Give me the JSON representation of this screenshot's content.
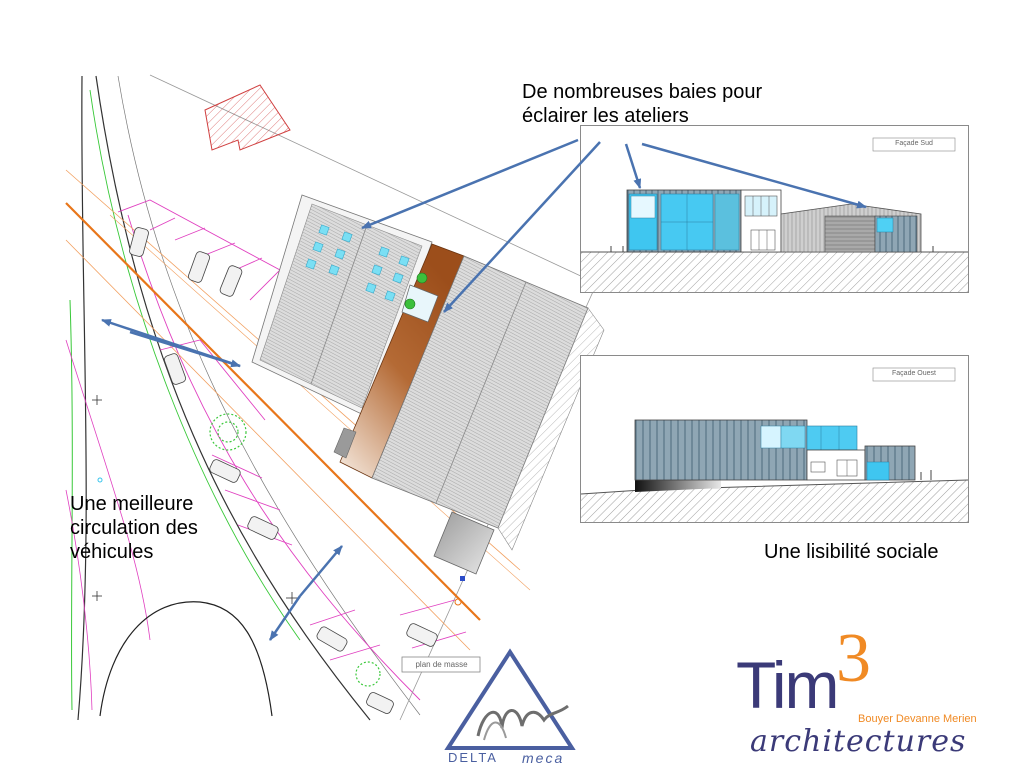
{
  "annotations": {
    "windows": "De nombreuses baies pour éclairer les ateliers",
    "circulation": "Une meilleure circulation des véhicules",
    "social": "Une lisibilité sociale"
  },
  "plan": {
    "label": "plan de masse"
  },
  "elevations": {
    "top_label": "Façade Sud",
    "bottom_label": "Façade Ouest"
  },
  "logos": {
    "delta": {
      "word1": "DELTA",
      "word2": "meca"
    },
    "tim": {
      "main": "Tim",
      "superscript": "3",
      "names": "Bouyer Devanne Merien",
      "subtitle": "architectures"
    }
  },
  "colors": {
    "arrow": "#4a73b0",
    "brown": "#a0521e",
    "orange": "#e8761a",
    "cyan": "#38c4ec",
    "magenta": "#e040c0",
    "green": "#38c838",
    "logo_purple": "#3b3a78",
    "logo_orange": "#f08a24"
  }
}
